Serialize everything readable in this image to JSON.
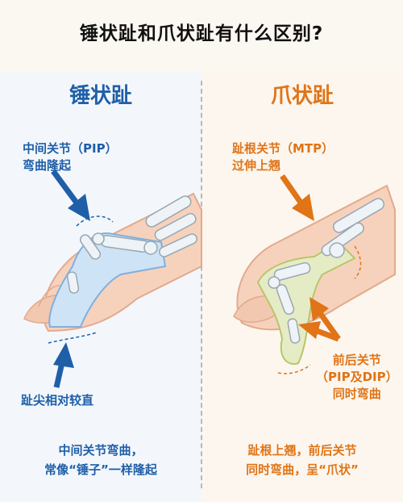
{
  "title": "锤状趾和爪状趾有什么区别?",
  "left": {
    "heading": "锤状趾",
    "label_top_line1": "中间关节（PIP）",
    "label_top_line2": "弯曲隆起",
    "label_bottom": "趾尖相对较直",
    "footer_line1": "中间关节弯曲，",
    "footer_line2": "常像“锤子”一样隆起",
    "accent": "#1f5fa8"
  },
  "right": {
    "heading": "爪状趾",
    "label_top_line1": "趾根关节（MTP）",
    "label_top_line2": "过伸上翘",
    "label_bottom_line1": "前后关节",
    "label_bottom_line2": "（PIP及DIP）",
    "label_bottom_line3": "同时弯曲",
    "footer_line1": "趾根上翘，前后关节",
    "footer_line2": "同时弯曲，呈“爪状”",
    "accent": "#e07417"
  }
}
